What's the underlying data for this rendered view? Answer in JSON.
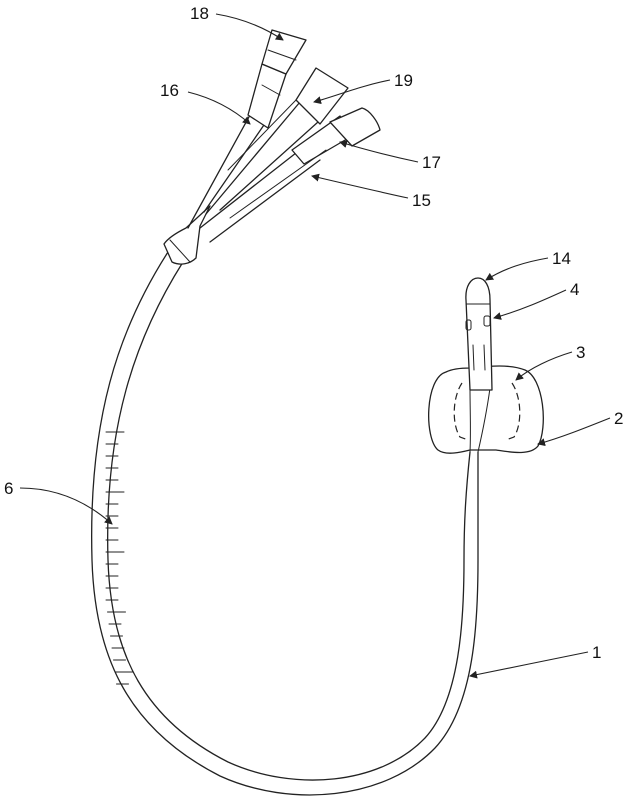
{
  "labels": {
    "l18": "18",
    "l16": "16",
    "l19": "19",
    "l17": "17",
    "l15": "15",
    "l14": "14",
    "l4": "4",
    "l3": "3",
    "l2": "2",
    "l6": "6",
    "l1": "1"
  },
  "colors": {
    "line": "#222222",
    "background": "#ffffff"
  }
}
